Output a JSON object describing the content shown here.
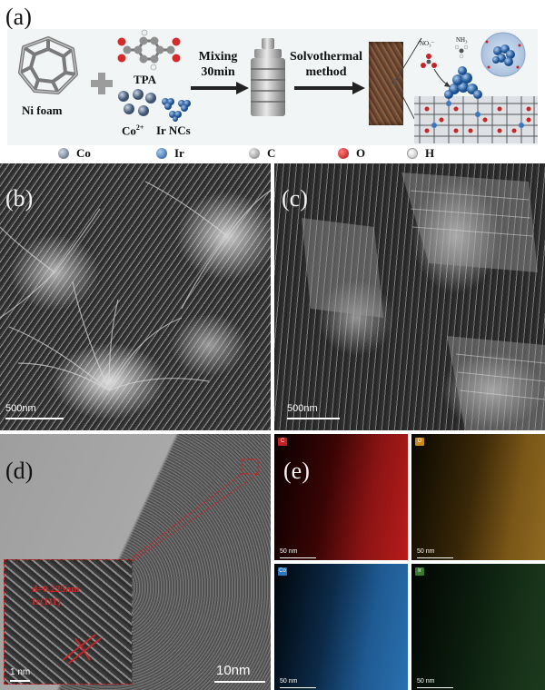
{
  "panel_a": {
    "label": "(a)",
    "ni_foam": "Ni foam",
    "tpa": "TPA",
    "co_text": "Co",
    "co_sup": "2+",
    "ir_ncs": "Ir NCs",
    "mixing_line1": "Mixing",
    "mixing_line2": "30min",
    "solvo_line1": "Solvothermal",
    "solvo_line2": "method",
    "no3": "NO₃⁻",
    "nh3": "NH₃",
    "legend": [
      {
        "name": "Co",
        "color": "#5a6a80"
      },
      {
        "name": "Ir",
        "color": "#2f5fa0"
      },
      {
        "name": "C",
        "color": "#9a9a9a"
      },
      {
        "name": "O",
        "color": "#d21e1e"
      },
      {
        "name": "H",
        "color": "#f4f4f4"
      }
    ]
  },
  "panel_b": {
    "label": "(b)",
    "scale": "500nm"
  },
  "panel_c": {
    "label": "(c)",
    "scale": "500nm"
  },
  "panel_d": {
    "label": "(d)",
    "scale": "10nm",
    "inset_d": "d=0.225nm",
    "inset_plane": "Ir(111)",
    "inset_scale": "1 nm"
  },
  "panel_e": {
    "label": "(e)",
    "maps": [
      {
        "tag": "C",
        "scale": "50 nm",
        "color": "#c42020"
      },
      {
        "tag": "O",
        "scale": "50 nm",
        "color": "#c88a1a"
      },
      {
        "tag": "Co",
        "scale": "50 nm",
        "color": "#2a78c0"
      },
      {
        "tag": "Ir",
        "scale": "50 nm",
        "color": "#3a7a30"
      }
    ]
  }
}
